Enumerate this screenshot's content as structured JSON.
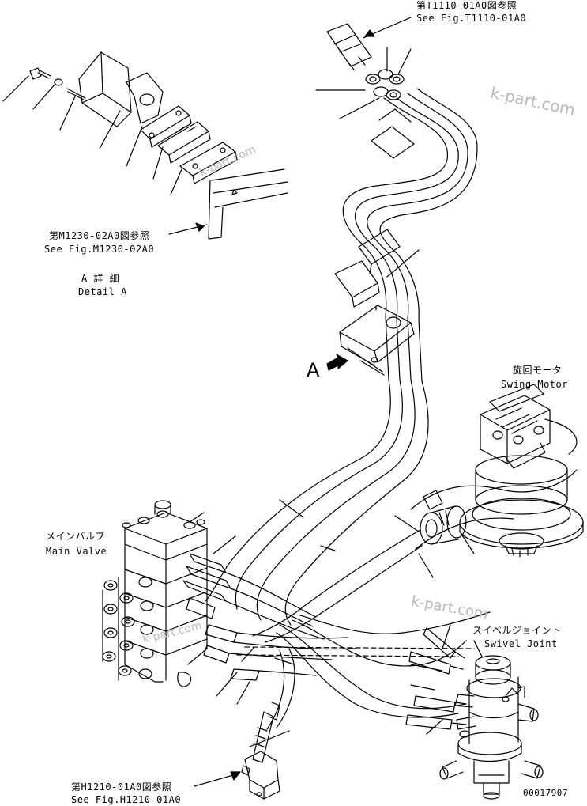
{
  "labels": {
    "ref_t1110_jp": "第T1110-01A0図参照",
    "ref_t1110_en": "See Fig.T1110-01A0",
    "ref_m1230_jp": "第M1230-02A0図参照",
    "ref_m1230_en": "See Fig.M1230-02A0",
    "detail_a_jp": "A 詳 細",
    "detail_a_en": "Detail A",
    "view_a": "A",
    "swing_motor_jp": "旋回モータ",
    "swing_motor_en": "Swing Motor",
    "main_valve_jp": "メインバルブ",
    "main_valve_en": "Main Valve",
    "swivel_joint_jp": "スイベルジョイント",
    "swivel_joint_en": "Swivel Joint",
    "ref_h1210_jp": "第H1210-01A0図参照",
    "ref_h1210_en": "See Fig.H1210-01A0",
    "drawing_number": "00017907"
  },
  "watermarks": [
    "k-part.com",
    "k-part.com",
    "k-part.com",
    "k-part.com"
  ],
  "colors": {
    "line": "#000000",
    "watermark": "#b8b8b8",
    "background": "#ffffff"
  }
}
